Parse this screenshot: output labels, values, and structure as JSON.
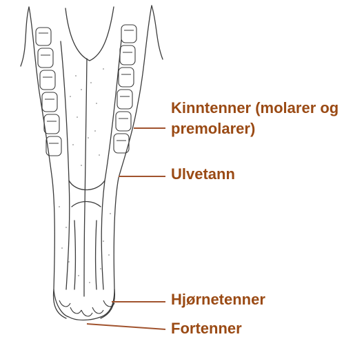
{
  "labels": {
    "molars_line1": "Kinntenner (molarer og",
    "molars_line2": "premolarer)",
    "wolf_tooth": "Ulvetann",
    "canines": "Hjørnetenner",
    "incisors": "Fortenner"
  },
  "colors": {
    "label_text": "#9a4a14",
    "leader_line": "#a0522d",
    "drawing_ink": "#3a3a3a"
  }
}
